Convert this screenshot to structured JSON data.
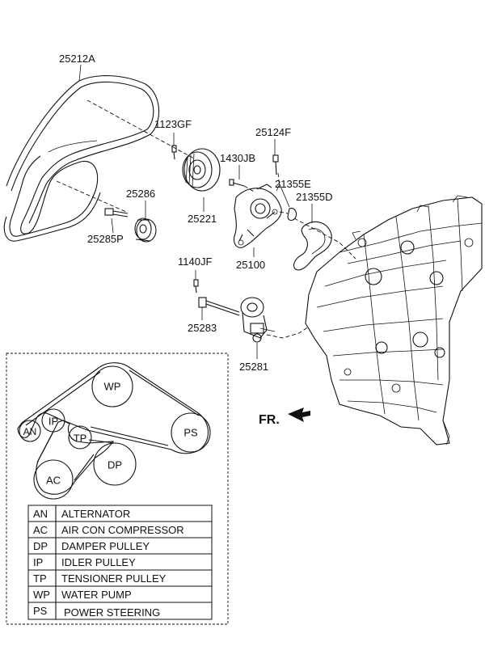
{
  "part_labels": {
    "belt": "25212A",
    "bolt_1123": "1123GF",
    "pulley_25221": "25221",
    "idler_25286": "25286",
    "bolt_25285": "25285P",
    "stud_25124": "25124F",
    "bolt_1430": "1430JB",
    "gasket_21355e": "21355E",
    "gasket_21355d": "21355D",
    "pump_25100": "25100",
    "bolt_1140": "1140JF",
    "bolt_25283": "25283",
    "tensioner_25281": "25281"
  },
  "direction_label": "FR.",
  "routing": {
    "circles": {
      "wp": "WP",
      "an": "AN",
      "ip": "IP",
      "tp": "TP",
      "dp": "DP",
      "ps": "PS",
      "ac": "AC"
    }
  },
  "legend": [
    {
      "code": "AN",
      "name": "ALTERNATOR"
    },
    {
      "code": "AC",
      "name": "AIR CON COMPRESSOR"
    },
    {
      "code": "DP",
      "name": "DAMPER PULLEY"
    },
    {
      "code": "IP",
      "name": "IDLER PULLEY"
    },
    {
      "code": "TP",
      "name": "TENSIONER PULLEY"
    },
    {
      "code": "WP",
      "name": "WATER PUMP"
    },
    {
      "code": "PS",
      "name": "POWER STEERING"
    }
  ]
}
